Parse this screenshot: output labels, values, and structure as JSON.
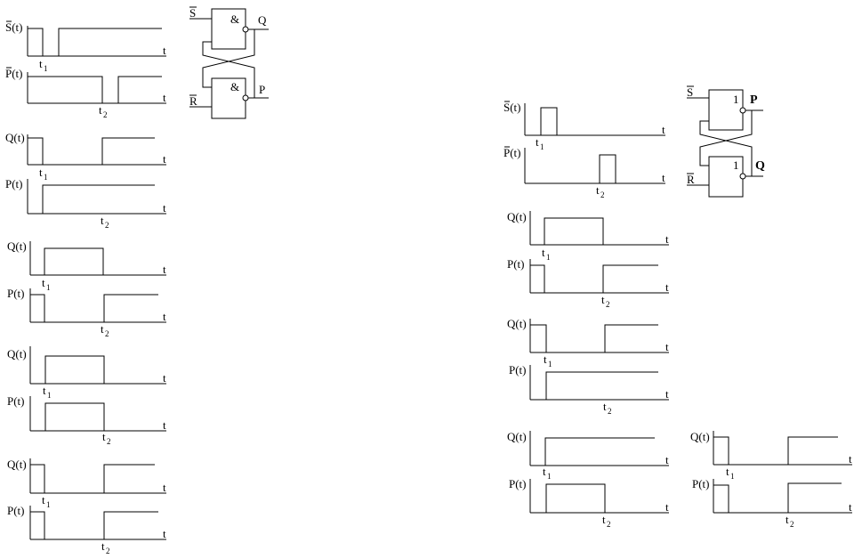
{
  "labels": {
    "s_bar": "S(t)",
    "p_bar": "P(t)",
    "q": "Q(t)",
    "p": "P(t)",
    "t": "t",
    "t1_main": "t",
    "t1_sub": "1",
    "t2_main": "t",
    "t2_sub": "2"
  },
  "left_circuit": {
    "gate_symbol": "&",
    "input_top": "S",
    "input_bottom": "R",
    "output_top": "Q",
    "output_bottom": "P"
  },
  "right_circuit": {
    "gate_symbol": "1",
    "input_top": "S",
    "input_bottom": "R",
    "output_top": "P",
    "output_bottom": "Q"
  },
  "waveforms": [
    {
      "group": "left-inputs",
      "signal": "S̄(t)",
      "x": [
        0,
        1,
        2,
        3,
        4,
        5,
        6
      ],
      "level": [
        1,
        0,
        1,
        1,
        1,
        1,
        1
      ]
    },
    {
      "group": "left-inputs",
      "signal": "P̄(t)",
      "x": [
        0,
        1,
        2,
        3,
        4,
        5,
        6
      ],
      "level": [
        1,
        1,
        1,
        1,
        0,
        1,
        1
      ]
    }
  ]
}
